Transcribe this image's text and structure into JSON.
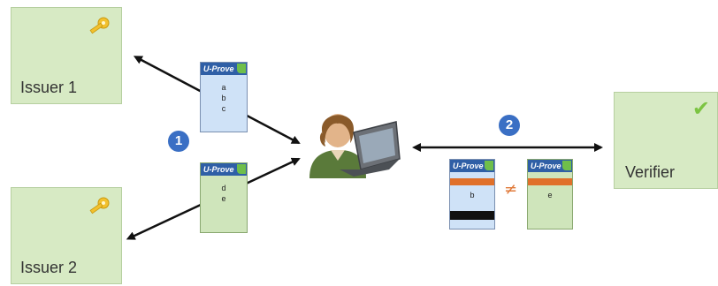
{
  "issuers": [
    {
      "label": "Issuer 1",
      "credential_attributes": [
        "a",
        "b",
        "c"
      ]
    },
    {
      "label": "Issuer 2",
      "credential_attributes": [
        "d",
        "e"
      ]
    }
  ],
  "verifier": {
    "label": "Verifier",
    "check_symbol": "✔"
  },
  "steps": [
    "1",
    "2"
  ],
  "credential_brand": "U-Prove",
  "presented_tokens": [
    {
      "attribute": "b"
    },
    {
      "attribute": "e"
    }
  ],
  "not_equal_symbol": "≠",
  "colors": {
    "box_fill": "#d7eac4",
    "step_circle": "#3a6fc4",
    "credential_header": "#2f5fa6",
    "credential_blue_body": "#cfe2f7",
    "credential_green_body": "#cfe5bb",
    "orange_band": "#e0702a",
    "check_green": "#7cc442"
  },
  "icons": [
    "key-icon",
    "user-at-laptop-icon",
    "checkmark-icon"
  ]
}
